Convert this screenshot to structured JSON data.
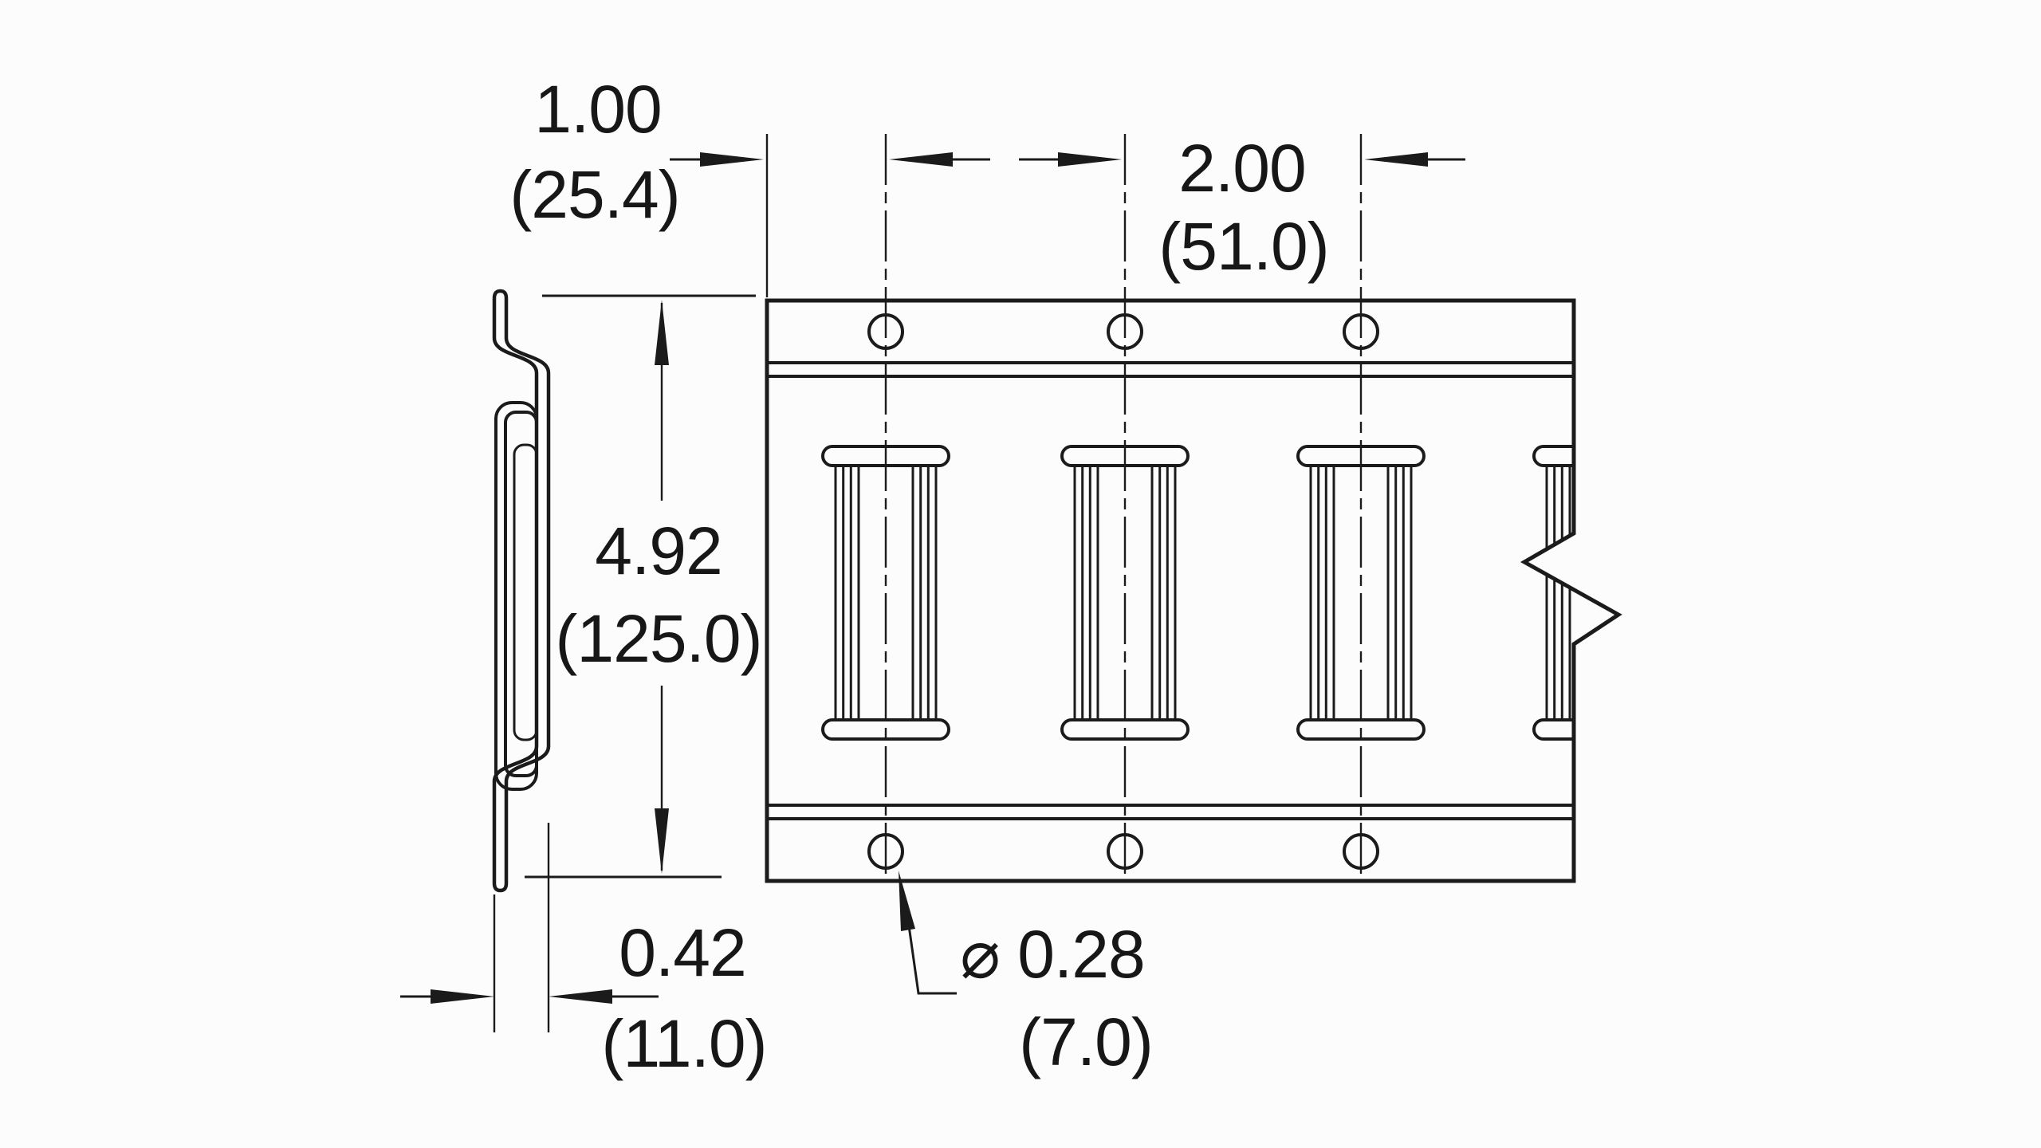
{
  "drawing": {
    "line_color": "#1b1b1b",
    "background_color": "#fcfcfc",
    "text_color": "#171717"
  },
  "dims": {
    "edge_to_first_hole": {
      "in": "1.00",
      "mm": "(25.4)"
    },
    "hole_pitch": {
      "in": "2.00",
      "mm": "(51.0)"
    },
    "rail_height": {
      "in": "4.92",
      "mm": "(125.0)"
    },
    "rail_depth": {
      "in": "0.42",
      "mm": "(11.0)"
    },
    "hole_diameter": {
      "in": "⌀ 0.28",
      "mm": "(7.0)"
    }
  }
}
